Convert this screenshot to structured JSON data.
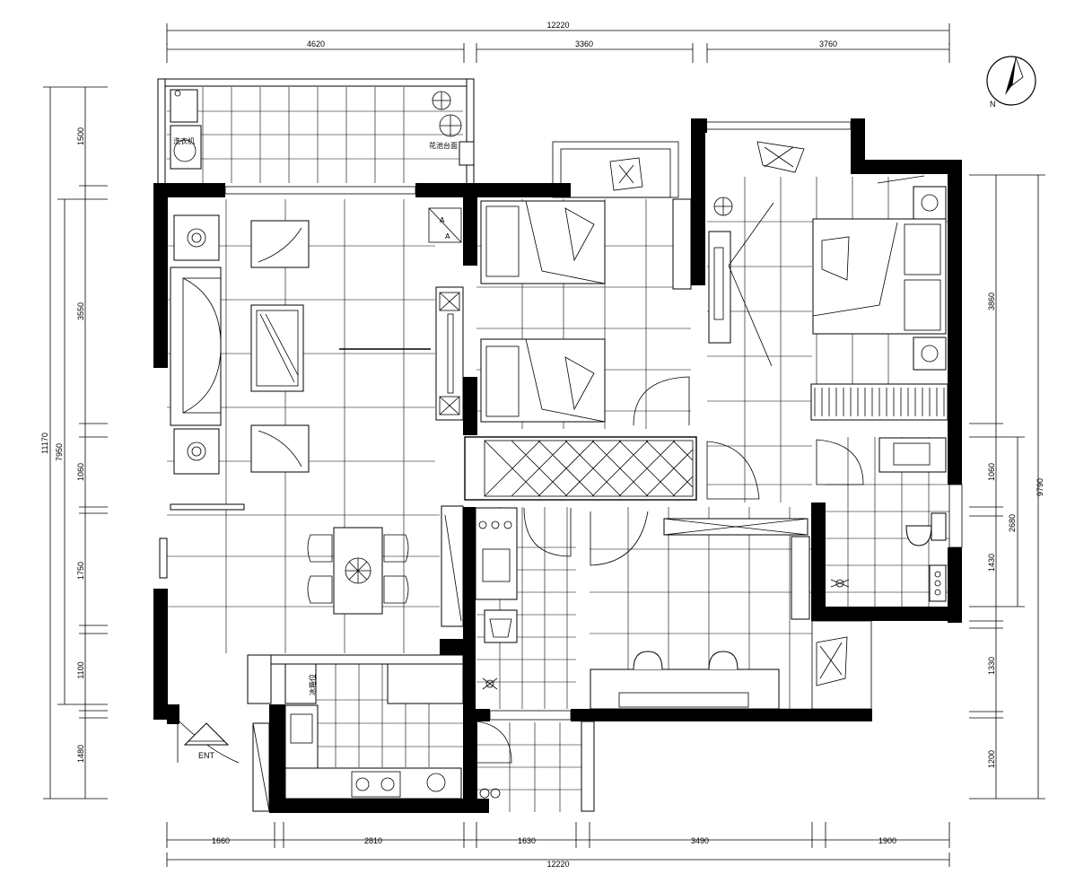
{
  "dimensions": {
    "top_total": "12220",
    "top_segments": [
      "4620",
      "3360",
      "3760"
    ],
    "bottom_segments": [
      "1660",
      "2810",
      "1630",
      "3490",
      "1900"
    ],
    "bottom_total": "12220",
    "left_outer": "11170",
    "left_mid": "7950",
    "left_segments": [
      "1500",
      "3550",
      "1060",
      "1750",
      "1100",
      "1480"
    ],
    "right_outer": "9790",
    "right_mid": "2680",
    "right_segments": [
      "3860",
      "1060",
      "1430",
      "1330",
      "1200"
    ]
  },
  "labels": {
    "compass_north": "N",
    "entry": "ENT",
    "planter": "花池台面",
    "washer": "洗衣机",
    "fridge": "冰箱位",
    "section_a1": "A",
    "section_a2": "A"
  }
}
